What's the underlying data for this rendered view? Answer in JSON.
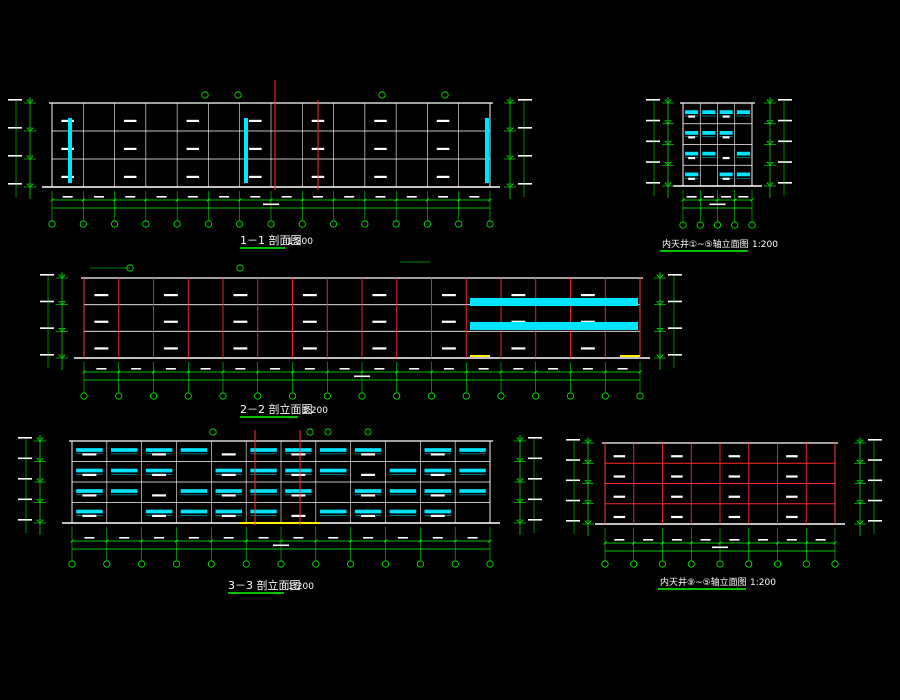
{
  "colors": {
    "background": "#000000",
    "outline": "#ffffff",
    "axis": "#00ff00",
    "column": "#ff2b2b",
    "glazing": "#00e5ff",
    "label": "#ffffff",
    "yellow": "#ffee00",
    "green_tag": "#00c000"
  },
  "drawings": [
    {
      "id": "section-1-1",
      "title": "1－1 剖面图",
      "scale": "1:200"
    },
    {
      "id": "elev-inner-court-a",
      "title": "内天井①~⑤轴立面图",
      "scale": "1:200"
    },
    {
      "id": "elev-2-2",
      "title": "2－2 剖立面图",
      "scale": "1:200"
    },
    {
      "id": "elev-3-3",
      "title": "3－3 剖立面图",
      "scale": "1:200"
    },
    {
      "id": "elev-inner-court-b",
      "title": "内天井⑨~⑤轴立面图",
      "scale": "1:200"
    }
  ]
}
